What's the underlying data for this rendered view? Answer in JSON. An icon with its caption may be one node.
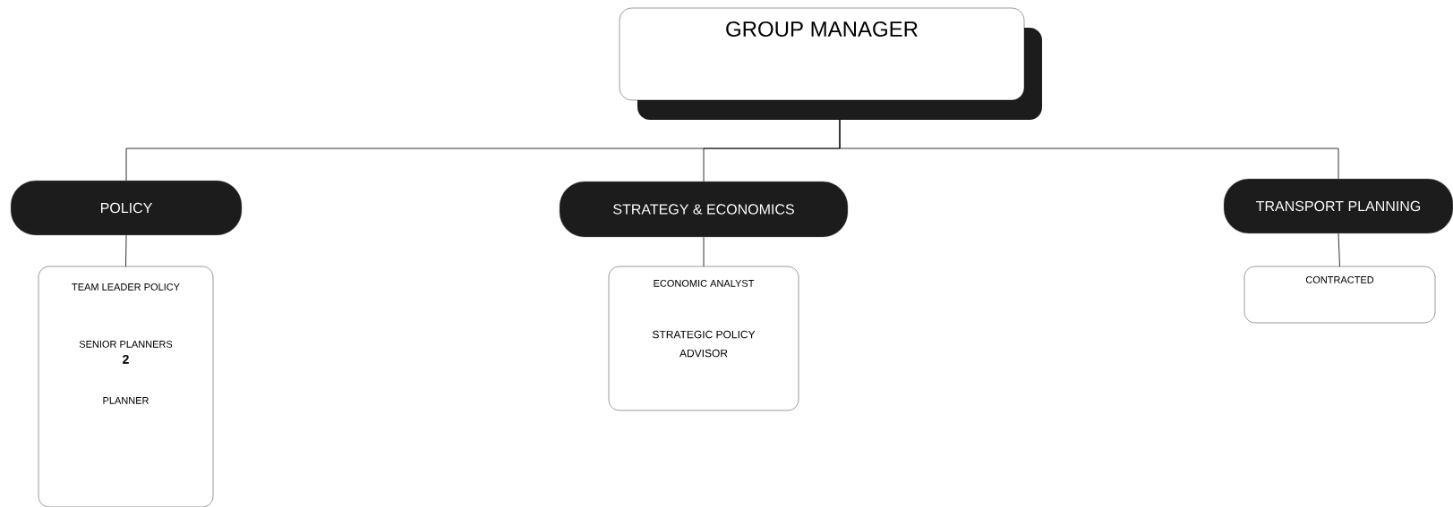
{
  "diagram": {
    "nodes": [
      {
        "text": [
          "GROUP MANAGER"
        ]
      },
      {
        "text": [
          "POLICY"
        ]
      },
      {
        "text": [
          "STRATEGY & ECONOMICS"
        ]
      },
      {
        "text": [
          "TRANSPORT PLANNING"
        ]
      },
      {
        "text": [
          "TEAM LEADER POLICY",
          "SENIOR PLANNERS",
          "2",
          "PLANNER"
        ]
      },
      {
        "text": [
          "ECONOMIC ANALYST",
          "STRATEGIC POLICY ADVISOR"
        ]
      },
      {
        "text": [
          "CONTRACTED"
        ]
      }
    ],
    "edges": [
      {
        "from": 0,
        "to": 1,
        "arrow": "none"
      },
      {
        "from": 0,
        "to": 2,
        "arrow": "none"
      },
      {
        "from": 0,
        "to": 3,
        "arrow": "none"
      },
      {
        "from": 1,
        "to": 4,
        "arrow": "none"
      },
      {
        "from": 2,
        "to": 5,
        "arrow": "none"
      },
      {
        "from": 3,
        "to": 6,
        "arrow": "none"
      }
    ]
  }
}
